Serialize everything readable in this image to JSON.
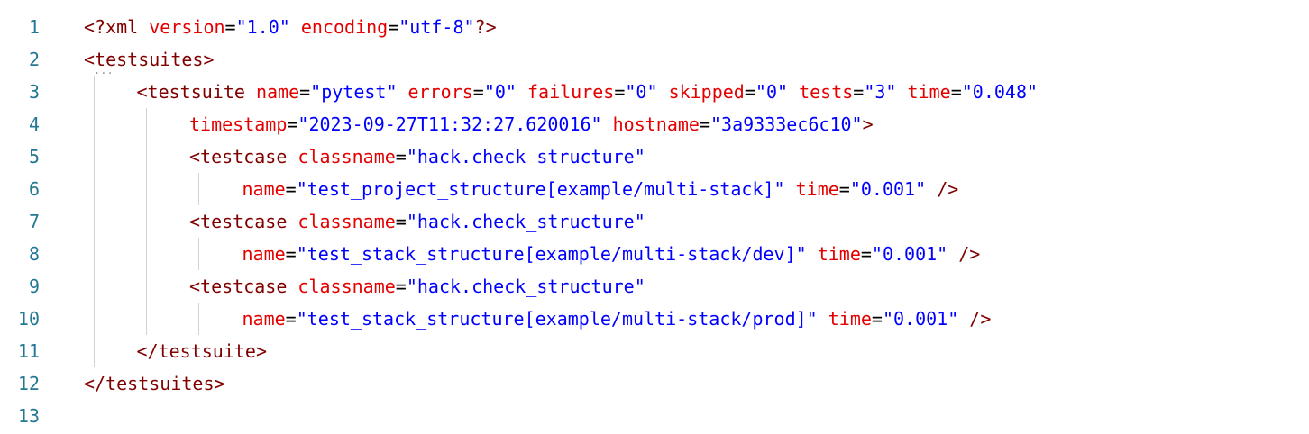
{
  "editor": {
    "language": "xml",
    "lines": [
      {
        "n": "1",
        "indent": 0,
        "tokens": [
          [
            "t",
            "<?xml "
          ],
          [
            "a",
            "version"
          ],
          [
            "p",
            "="
          ],
          [
            "v",
            "\"1.0\""
          ],
          [
            "p",
            " "
          ],
          [
            "a",
            "encoding"
          ],
          [
            "p",
            "="
          ],
          [
            "v",
            "\"utf-8\""
          ],
          [
            "t",
            "?>"
          ]
        ]
      },
      {
        "n": "2",
        "indent": 0,
        "tokens": [
          [
            "t",
            "<testsuites>"
          ]
        ]
      },
      {
        "n": "3",
        "indent": 1,
        "tokens": [
          [
            "t",
            "<testsuite "
          ],
          [
            "a",
            "name"
          ],
          [
            "p",
            "="
          ],
          [
            "v",
            "\"pytest\""
          ],
          [
            "p",
            " "
          ],
          [
            "a",
            "errors"
          ],
          [
            "p",
            "="
          ],
          [
            "v",
            "\"0\""
          ],
          [
            "p",
            " "
          ],
          [
            "a",
            "failures"
          ],
          [
            "p",
            "="
          ],
          [
            "v",
            "\"0\""
          ],
          [
            "p",
            " "
          ],
          [
            "a",
            "skipped"
          ],
          [
            "p",
            "="
          ],
          [
            "v",
            "\"0\""
          ],
          [
            "p",
            " "
          ],
          [
            "a",
            "tests"
          ],
          [
            "p",
            "="
          ],
          [
            "v",
            "\"3\""
          ],
          [
            "p",
            " "
          ],
          [
            "a",
            "time"
          ],
          [
            "p",
            "="
          ],
          [
            "v",
            "\"0.048\""
          ]
        ]
      },
      {
        "n": "4",
        "indent": 2,
        "tokens": [
          [
            "a",
            "timestamp"
          ],
          [
            "p",
            "="
          ],
          [
            "v",
            "\"2023-09-27T11:32:27.620016\""
          ],
          [
            "p",
            " "
          ],
          [
            "a",
            "hostname"
          ],
          [
            "p",
            "="
          ],
          [
            "v",
            "\"3a9333ec6c10\""
          ],
          [
            "t",
            ">"
          ]
        ]
      },
      {
        "n": "5",
        "indent": 2,
        "tokens": [
          [
            "t",
            "<testcase "
          ],
          [
            "a",
            "classname"
          ],
          [
            "p",
            "="
          ],
          [
            "v",
            "\"hack.check_structure\""
          ]
        ]
      },
      {
        "n": "6",
        "indent": 3,
        "tokens": [
          [
            "a",
            "name"
          ],
          [
            "p",
            "="
          ],
          [
            "v",
            "\"test_project_structure[example/multi-stack]\""
          ],
          [
            "p",
            " "
          ],
          [
            "a",
            "time"
          ],
          [
            "p",
            "="
          ],
          [
            "v",
            "\"0.001\""
          ],
          [
            "p",
            " "
          ],
          [
            "t",
            "/>"
          ]
        ]
      },
      {
        "n": "7",
        "indent": 2,
        "tokens": [
          [
            "t",
            "<testcase "
          ],
          [
            "a",
            "classname"
          ],
          [
            "p",
            "="
          ],
          [
            "v",
            "\"hack.check_structure\""
          ]
        ]
      },
      {
        "n": "8",
        "indent": 3,
        "tokens": [
          [
            "a",
            "name"
          ],
          [
            "p",
            "="
          ],
          [
            "v",
            "\"test_stack_structure[example/multi-stack/dev]\""
          ],
          [
            "p",
            " "
          ],
          [
            "a",
            "time"
          ],
          [
            "p",
            "="
          ],
          [
            "v",
            "\"0.001\""
          ],
          [
            "p",
            " "
          ],
          [
            "t",
            "/>"
          ]
        ]
      },
      {
        "n": "9",
        "indent": 2,
        "tokens": [
          [
            "t",
            "<testcase "
          ],
          [
            "a",
            "classname"
          ],
          [
            "p",
            "="
          ],
          [
            "v",
            "\"hack.check_structure\""
          ]
        ]
      },
      {
        "n": "10",
        "indent": 3,
        "tokens": [
          [
            "a",
            "name"
          ],
          [
            "p",
            "="
          ],
          [
            "v",
            "\"test_stack_structure[example/multi-stack/prod]\""
          ],
          [
            "p",
            " "
          ],
          [
            "a",
            "time"
          ],
          [
            "p",
            "="
          ],
          [
            "v",
            "\"0.001\""
          ],
          [
            "p",
            " "
          ],
          [
            "t",
            "/>"
          ]
        ]
      },
      {
        "n": "11",
        "indent": 1,
        "tokens": [
          [
            "t",
            "</testsuite>"
          ]
        ]
      },
      {
        "n": "12",
        "indent": 0,
        "tokens": [
          [
            "t",
            "</testsuites>"
          ]
        ]
      },
      {
        "n": "13",
        "indent": 0,
        "tokens": []
      }
    ],
    "fold_hint": "...",
    "colors": {
      "tag": "#800000",
      "attribute": "#e50000",
      "value": "#0000ff",
      "line_number": "#237893",
      "indent_guide": "#d3d3d3"
    }
  }
}
